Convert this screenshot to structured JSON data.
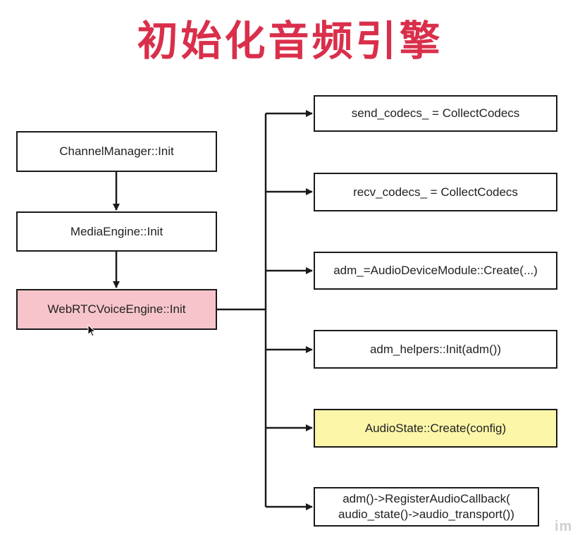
{
  "title": "初始化音频引擎",
  "nodes": {
    "channel_manager": "ChannelManager::Init",
    "media_engine": "MediaEngine::Init",
    "voice_engine": "WebRTCVoiceEngine::Init",
    "send_codecs": "send_codecs_ = CollectCodecs",
    "recv_codecs": "recv_codecs_ = CollectCodecs",
    "adm_create": "adm_=AudioDeviceModule::Create(...)",
    "adm_helpers": "adm_helpers::Init(adm())",
    "audio_state": "AudioState::Create(config)",
    "register_callback": "adm()->RegisterAudioCallback(\naudio_state()->audio_transport())"
  },
  "watermark": "im",
  "colors": {
    "title": "#d92f4b",
    "highlight_pink": "#f7c4cb",
    "highlight_yellow": "#fbf6a8",
    "line": "#1a1a1a"
  }
}
